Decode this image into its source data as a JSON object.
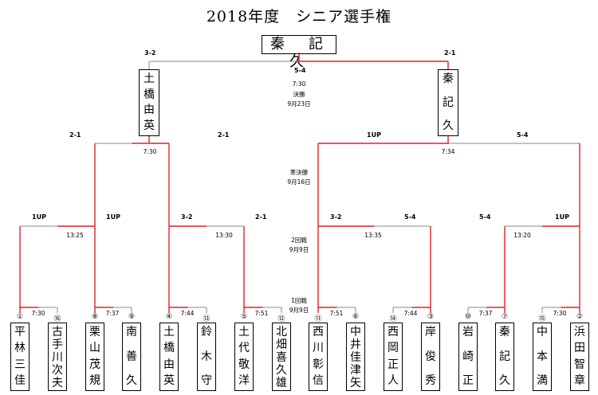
{
  "title": "2018年度　シニア選手権",
  "champion": "秦　記久",
  "final": {
    "time": "7:30",
    "label": "決勝",
    "date": "9月23日",
    "score_left": "3-2",
    "score_right": "2-1",
    "score_center": "5-4",
    "left_name": "土橋由英",
    "right_name": "秦記久"
  },
  "semifinal": {
    "label": "準決勝",
    "date": "9月16日",
    "left": {
      "time": "7:30",
      "score_l": "2-1",
      "score_r": "2-1"
    },
    "right": {
      "time": "7:34",
      "score_l": "1UP",
      "score_r": "5-4"
    }
  },
  "round2": {
    "label": "2回戦",
    "date": "9月9日",
    "matches": [
      {
        "time": "13:25",
        "score_l": "1UP",
        "score_r": "1UP"
      },
      {
        "time": "13:30",
        "score_l": "3-2",
        "score_r": "2-1"
      },
      {
        "time": "13:35",
        "score_l": "3-2",
        "score_r": "5-4"
      },
      {
        "time": "13:20",
        "score_l": "5-4",
        "score_r": "1UP"
      }
    ]
  },
  "round1": {
    "label": "1回戦",
    "date": "9月9日",
    "times": [
      "7:30",
      "7:37",
      "7:44",
      "7:51",
      "7:51",
      "7:44",
      "7:37",
      "7:30"
    ]
  },
  "players": [
    {
      "seed": "①",
      "name": "平林三佳",
      "win": true
    },
    {
      "seed": "⑯",
      "name": "古手川次夫",
      "win": false
    },
    {
      "seed": "⑧",
      "name": "栗山茂規",
      "win": true
    },
    {
      "seed": "⑨",
      "name": "南善久",
      "win": false
    },
    {
      "seed": "④",
      "name": "土橋由英",
      "win": true
    },
    {
      "seed": "⑬",
      "name": "鈴木守",
      "win": false
    },
    {
      "seed": "⑤",
      "name": "土代敬洋",
      "win": true
    },
    {
      "seed": "⑫",
      "name": "北畑喜久雄",
      "win": false
    },
    {
      "seed": "⑪",
      "name": "西川彰信",
      "win": true
    },
    {
      "seed": "⑥",
      "name": "中井佳津矢",
      "win": false
    },
    {
      "seed": "⑭",
      "name": "西岡正人",
      "win": false
    },
    {
      "seed": "③",
      "name": "岸俊秀",
      "win": true
    },
    {
      "seed": "⑩",
      "name": "岩崎正",
      "win": false
    },
    {
      "seed": "⑦",
      "name": "秦記久",
      "win": true
    },
    {
      "seed": "⑮",
      "name": "中本満",
      "win": false
    },
    {
      "seed": "②",
      "name": "浜田智章",
      "win": true
    }
  ],
  "colors": {
    "winner_line": "#e0202a",
    "loser_line": "#8a8a8a"
  }
}
